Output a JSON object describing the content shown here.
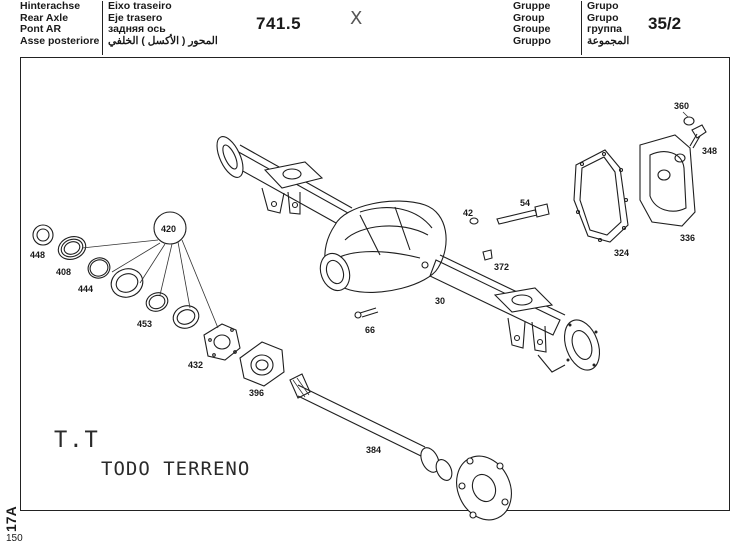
{
  "header": {
    "titles_left": [
      "Hinterachse",
      "Rear Axle",
      "Pont AR",
      "Asse posteriore"
    ],
    "titles_mid": [
      "Eixo traseiro",
      "Eje trasero",
      "задняя ось",
      "المحور ( الأكسل ) الخلفي"
    ],
    "model": "741.5",
    "mark": "X",
    "group_left": [
      "Gruppe",
      "Group",
      "Groupe",
      "Gruppo"
    ],
    "group_right": [
      "Grupo",
      "Grupo",
      "группа",
      "المجموعة"
    ],
    "group_number": "35/2"
  },
  "parts": {
    "p360": "360",
    "p348": "348",
    "p336": "336",
    "p324": "324",
    "p54": "54",
    "p42": "42",
    "p372": "372",
    "p30": "30",
    "p66": "66",
    "p420": "420",
    "p448": "448",
    "p408": "408",
    "p444": "444",
    "p453": "453",
    "p432": "432",
    "p396": "396",
    "p384": "384"
  },
  "notes": {
    "tt": "T.T",
    "todo_terreno": "TODO TERRENO"
  },
  "footer": {
    "side_label": "17A",
    "page_number": "150"
  }
}
